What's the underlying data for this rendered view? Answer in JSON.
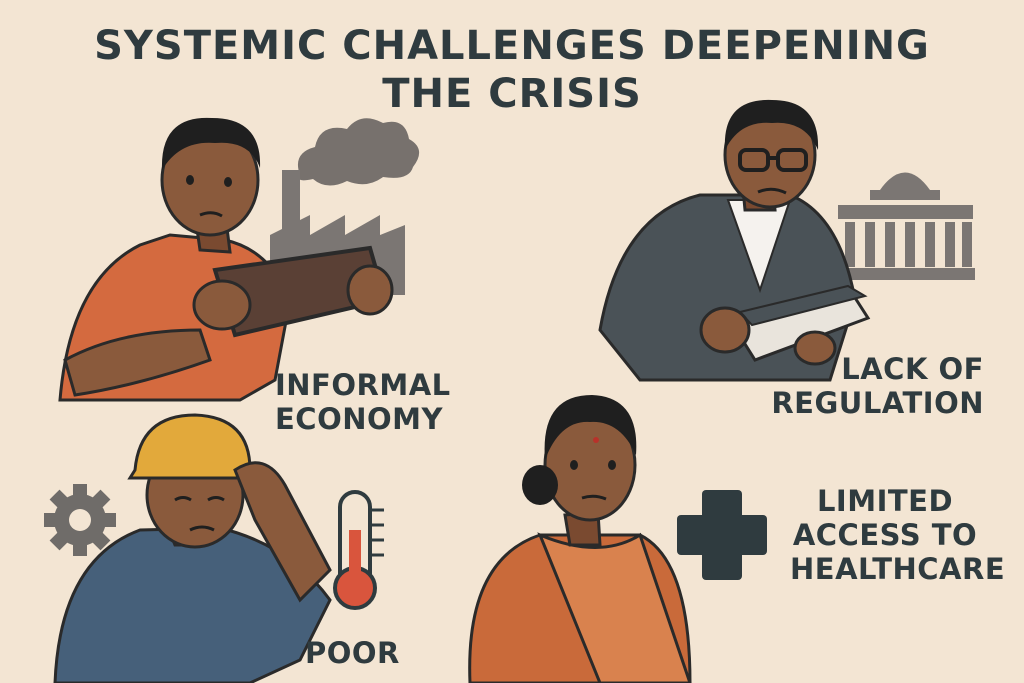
{
  "title": {
    "line1": "SYSTEMIC CHALLENGES DEEPENING",
    "line2": "THE CRISIS"
  },
  "sections": {
    "informal_economy": {
      "line1": "INFORMAL",
      "line2": "ECONOMY"
    },
    "lack_of_regulation": {
      "line1": "LACK OF",
      "line2": "REGULATION"
    },
    "limited_access": {
      "line1": "LIMITED",
      "line2": "ACCESS TO",
      "line3": "HEALTHCARE"
    },
    "poor": {
      "line1": "POOR"
    }
  },
  "icons": [
    "factory-icon",
    "government-building-icon",
    "gear-icon",
    "thermometer-icon",
    "medical-cross-icon"
  ],
  "colors": {
    "background": "#f3e5d3",
    "text": "#2f3b3f",
    "skin": "#8a5a3c",
    "orange_shirt": "#d46a3f",
    "suit": "#4a5257",
    "hard_hat": "#e2a93b",
    "blue_shirt": "#46607a",
    "saree": "#c96a3a",
    "icon_gray": "#6f6c69"
  }
}
